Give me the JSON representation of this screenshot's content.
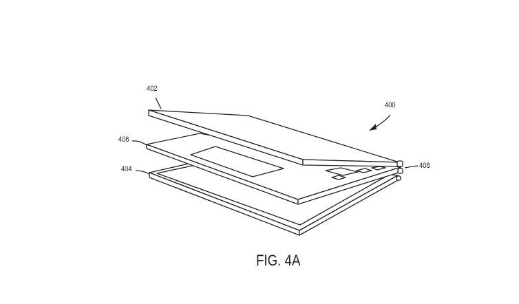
{
  "figure": {
    "caption": "FIG. 4A",
    "labels": {
      "device": "400",
      "top_panel": "402",
      "bottom_panel": "404",
      "middle_panel": "406",
      "hinge": "408"
    }
  }
}
